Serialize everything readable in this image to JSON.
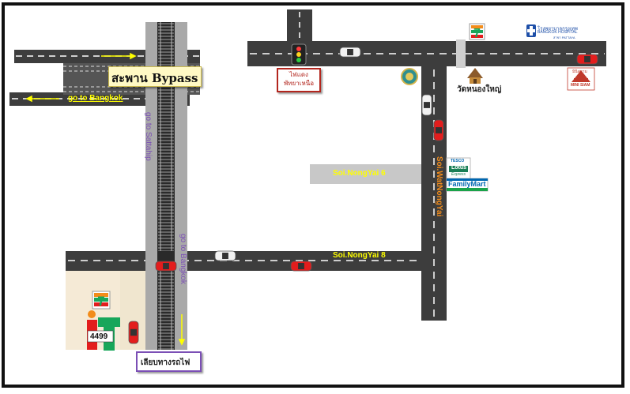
{
  "colors": {
    "road": "#3d3d3d",
    "rail_road": "#a9a9a9",
    "lane_mark": "#ffffff",
    "bridge_label_bg": "#fff9c4",
    "road_label_yellow": "#ffff00",
    "vertical_label_purple": "#7b4fb5",
    "soi_label_bg": "#c8c8c8",
    "car_red": "#e31d1d",
    "car_white": "#f2f2f2",
    "frame": "#111111"
  },
  "labels": {
    "bridge": "สะพาน Bypass",
    "go_to_bangkok_horizontal": "go to Bangkok",
    "go_to_sattahip": "go to Sattahip",
    "go_to_bangkok_vertical": "go to Bangkok",
    "soi_nongyai_6": "Soi.NongYai 6",
    "soi_nongyai_8": "Soi.NongYai 8",
    "soi_watnongyai": "Soi.WatNongYai",
    "traffic_light_place": "ไฟแดง\nพัทยาเหนือ",
    "temple": "วัดหนองใหญ่",
    "railway_crossing": "เลียบทางรถไฟ"
  },
  "landmarks": {
    "hospital": {
      "line1": "โรงพยาบาลกรุงเทพ",
      "line2": "BANGKOK HOSPITAL",
      "line3": "สาขา PATTAYA"
    },
    "mini_siam": {
      "line1": "มินิสยาม",
      "line2": "MINI SIAM"
    },
    "seven_eleven": {
      "text": "7"
    },
    "tesco_lotus": {
      "line1": "TESCO",
      "line2": "Lotus",
      "line3": "Express"
    },
    "family_mart": {
      "text": "FamilyMart"
    },
    "it_shop": {
      "brand": "iT",
      "number": "4499"
    }
  },
  "icons": [
    "traffic-light-icon",
    "hospital-logo-icon",
    "seven-eleven-logo-icon",
    "temple-icon",
    "mini-siam-logo-icon",
    "tesco-lotus-logo-icon",
    "family-mart-logo-icon",
    "it-shop-logo-icon",
    "car-icon",
    "arrow-icon",
    "emblem-icon"
  ]
}
